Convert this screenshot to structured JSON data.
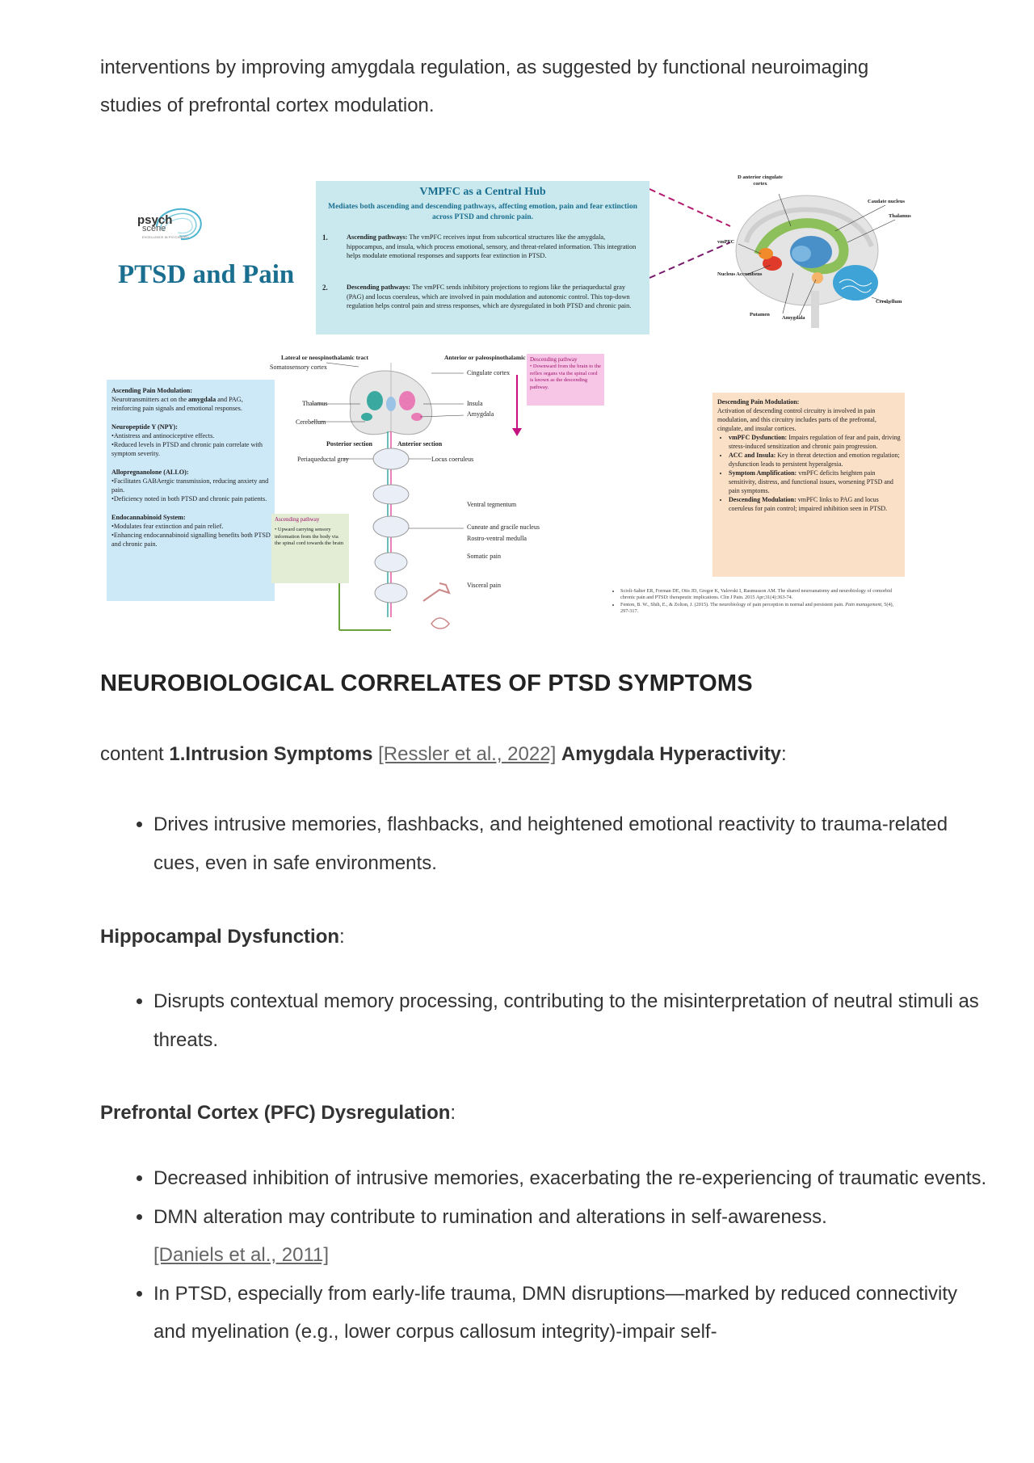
{
  "intro": {
    "line1": "interventions by improving amygdala regulation, as suggested by functional neuroimaging",
    "line2": "studies of prefrontal cortex modulation."
  },
  "infographic": {
    "logo_main": "psych",
    "logo_sub": "scene",
    "logo_tagline": "EXCELLENCE IN PSYCHIATRY",
    "title": "PTSD and Pain",
    "hub": {
      "title": "VMPFC as a Central Hub",
      "subtitle": "Mediates both ascending and descending pathways, affecting emotion, pain and fear extinction across PTSD and chronic pain.",
      "item1_num": "1.",
      "item1_lead": "Ascending pathways:",
      "item1_text": " The vmPFC receives input from subcortical structures like the amygdala, hippocampus, and insula, which process emotional, sensory, and threat-related information. This integration helps modulate emotional responses and supports fear extinction in PTSD.",
      "item2_num": "2.",
      "item2_lead": "Descending pathways:",
      "item2_text": " The vmPFC sends inhibitory projections to regions like the periaqueductal gray (PAG) and locus coeruleus, which are involved in pain modulation and autonomic control. This top-down regulation helps control pain and stress responses, which are dysregulated in both PTSD and chronic pain."
    },
    "brain_labels": {
      "anterior_cingulate": "D anterior cingulate cortex",
      "caudate": "Caudate nucleus",
      "thalamus": "Thalamus",
      "vmpfc": "vmPFC",
      "nucleus_accumbens": "Nucleus Accumbens",
      "cerebellum": "Cerebellum",
      "putamen": "Putamen",
      "amygdala": "Amygdala"
    },
    "left_box": {
      "h1": "Ascending Pain Modulation:",
      "t1a": "Neurotransmitters act on the ",
      "t1b": "amygdala",
      "t1c": " and PAG, reinforcing pain signals and emotional responses.",
      "h2": "Neuropeptide Y (NPY):",
      "t2a": "•Antistress and antinociceptive effects.",
      "t2b": "•Reduced levels in PTSD and chronic pain correlate with symptom severity.",
      "h3": "Allopregnanolone (ALLO):",
      "t3a": "•Facilitates GABAergic transmission, reducing anxiety and pain.",
      "t3b": "•Deficiency noted in both PTSD and chronic pain patients.",
      "h4": "Endocannabinoid System:",
      "t4a": "•Modulates fear extinction and pain relief.",
      "t4b": "•Enhancing endocannabinoid signalling benefits both PTSD and chronic pain."
    },
    "pathway_labels": {
      "lateral_tract": "Lateral or neospinothalamic tract",
      "anterior_tract": "Anterior or paleospinothalamic tract",
      "somatosensory": "Somatosensory cortex",
      "cingulate": "Cingulate cortex",
      "thalamus": "Thalamus",
      "insula": "Insula",
      "amygdala": "Amygdala",
      "cerebellum": "Cerebellum",
      "posterior_section": "Posterior section",
      "anterior_section": "Anterior section",
      "pag": "Periaqueductal gray",
      "locus": "Locus coeruleus",
      "ventral_tegmentum": "Ventral tegmentum",
      "cuneate": "Cuneate and gracile nucleus",
      "rostro": "Rostro-ventral medulla",
      "somatic": "Somatic pain",
      "visceral": "Visceral pain"
    },
    "descending_note": {
      "title": "Descending pathway",
      "text": "Downward from the brain to the reflex organs via the spinal cord is known as the descending pathway."
    },
    "ascending_note": {
      "title": "Ascending pathway",
      "text": "Upward carrying sensory information from the body via the spinal cord towards the brain"
    },
    "right_box": {
      "h": "Descending Pain Modulation:",
      "intro": "Activation of descending control circuitry is involved in pain modulation, and this circuitry includes parts of the prefrontal, cingulate, and insular cortices.",
      "b1_lead": "vmPFC Dysfunction:",
      "b1": " Impairs regulation of fear and pain, driving stress-induced sensitization and chronic pain progression.",
      "b2_lead": "ACC and Insula:",
      "b2": " Key in threat detection and emotion regulation; dysfunction leads to persistent hyperalgesia.",
      "b3_lead": "Symptom Amplification:",
      "b3": " vmPFC deficits heighten pain sensitivity, distress, and functional issues, worsening PTSD and pain symptoms.",
      "b4_lead": "Descending Modulation:",
      "b4": " vmPFC links to PAG and locus coeruleus for pain control; impaired inhibition seen in PTSD."
    },
    "refs": {
      "r1": "Scioli-Salter ER, Forman DE, Otis JD, Gregor K, Valovski I, Rasmusson AM. The shared neuroanatomy and neurobiology of comorbid chronic pain and PTSD: therapeutic implications. Clin J Pain. 2015 Apr;31(4):363-74.",
      "r2a": "Fenton, B. W., Shih, E., & Zolton, J. (2015). The neurobiology of pain perception in normal and persistent pain. ",
      "r2b": "Pain management",
      "r2c": ", 5(4), 297-317."
    },
    "colors": {
      "teal_box": "#c9e9ee",
      "blue_box": "#cde8f7",
      "orange_box": "#fbe0c8",
      "pink_note": "#f7c6e6",
      "green_note": "#e3ecd5",
      "title_color": "#1a6e8f",
      "magenta": "#c5117f",
      "green_arrow": "#6aa33b"
    }
  },
  "section": {
    "heading": "NEUROBIOLOGICAL CORRELATES OF PTSD SYMPTOMS",
    "line1_prefix": "content ",
    "line1_bold1": "1.Intrusion Symptoms",
    "line1_cite": "[Ressler et al., 2022]",
    "line1_bold2": "Amygdala Hyperactivity",
    "colon": ":",
    "amygdala_bullets": [
      "Drives intrusive memories, flashbacks, and heightened emotional reactivity to trauma-related cues, even in safe environments."
    ],
    "hippocampal_heading": "Hippocampal Dysfunction",
    "hippocampal_bullets": [
      "Disrupts contextual memory processing, contributing to the misinterpretation of neutral stimuli as threats."
    ],
    "pfc_heading": "Prefrontal Cortex (PFC) Dysregulation",
    "pfc_bullet1": "Decreased inhibition of intrusive memories, exacerbating the re-experiencing of traumatic events.",
    "pfc_bullet2": "DMN alteration may contribute to rumination and alterations in self-awareness.",
    "pfc_bullet2_cite": "[Daniels et al., 2011]",
    "pfc_bullet3": "In PTSD, especially from early-life trauma, DMN disruptions—marked by reduced connectivity and myelination (e.g., lower corpus callosum integrity)-impair self-"
  }
}
